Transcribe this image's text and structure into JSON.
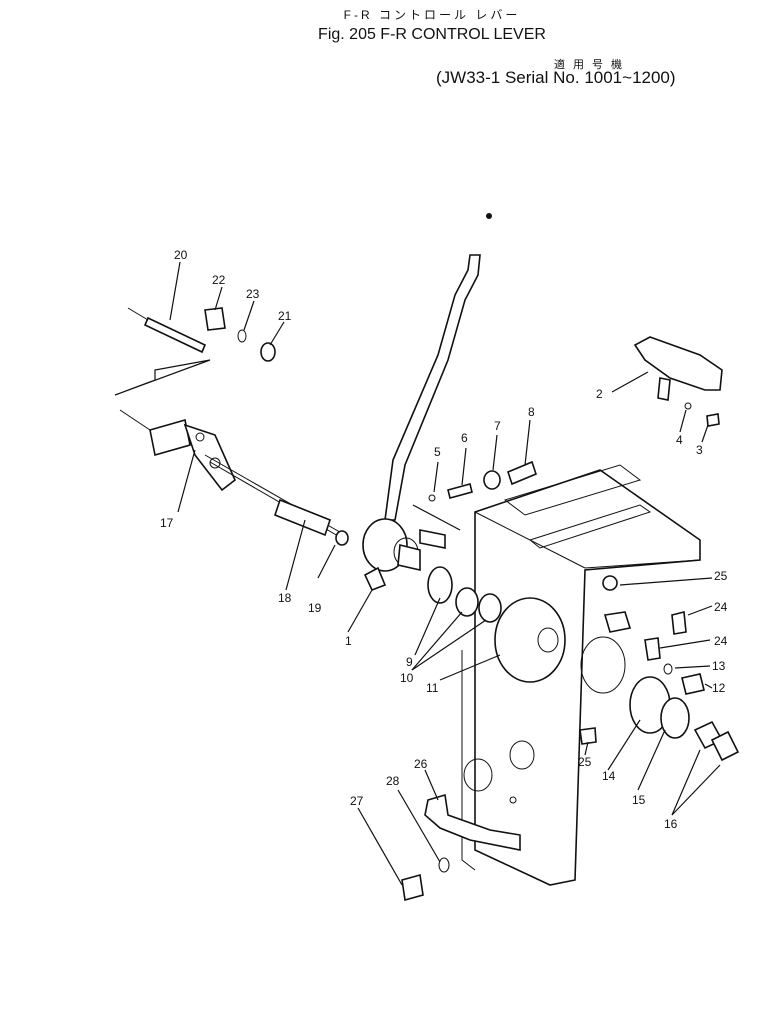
{
  "header": {
    "jp_title": "F-R コントロール レバー",
    "title": "Fig. 205 F-R CONTROL LEVER",
    "applicability_jp": "適用号機",
    "serial": "(JW33-1 Serial No. 1001~1200)"
  },
  "callouts": [
    "1",
    "2",
    "3",
    "4",
    "5",
    "6",
    "7",
    "8",
    "9",
    "10",
    "11",
    "12",
    "13",
    "14",
    "15",
    "16",
    "17",
    "18",
    "19",
    "20",
    "21",
    "22",
    "23",
    "24",
    "24",
    "25",
    "25",
    "26",
    "27",
    "28"
  ]
}
